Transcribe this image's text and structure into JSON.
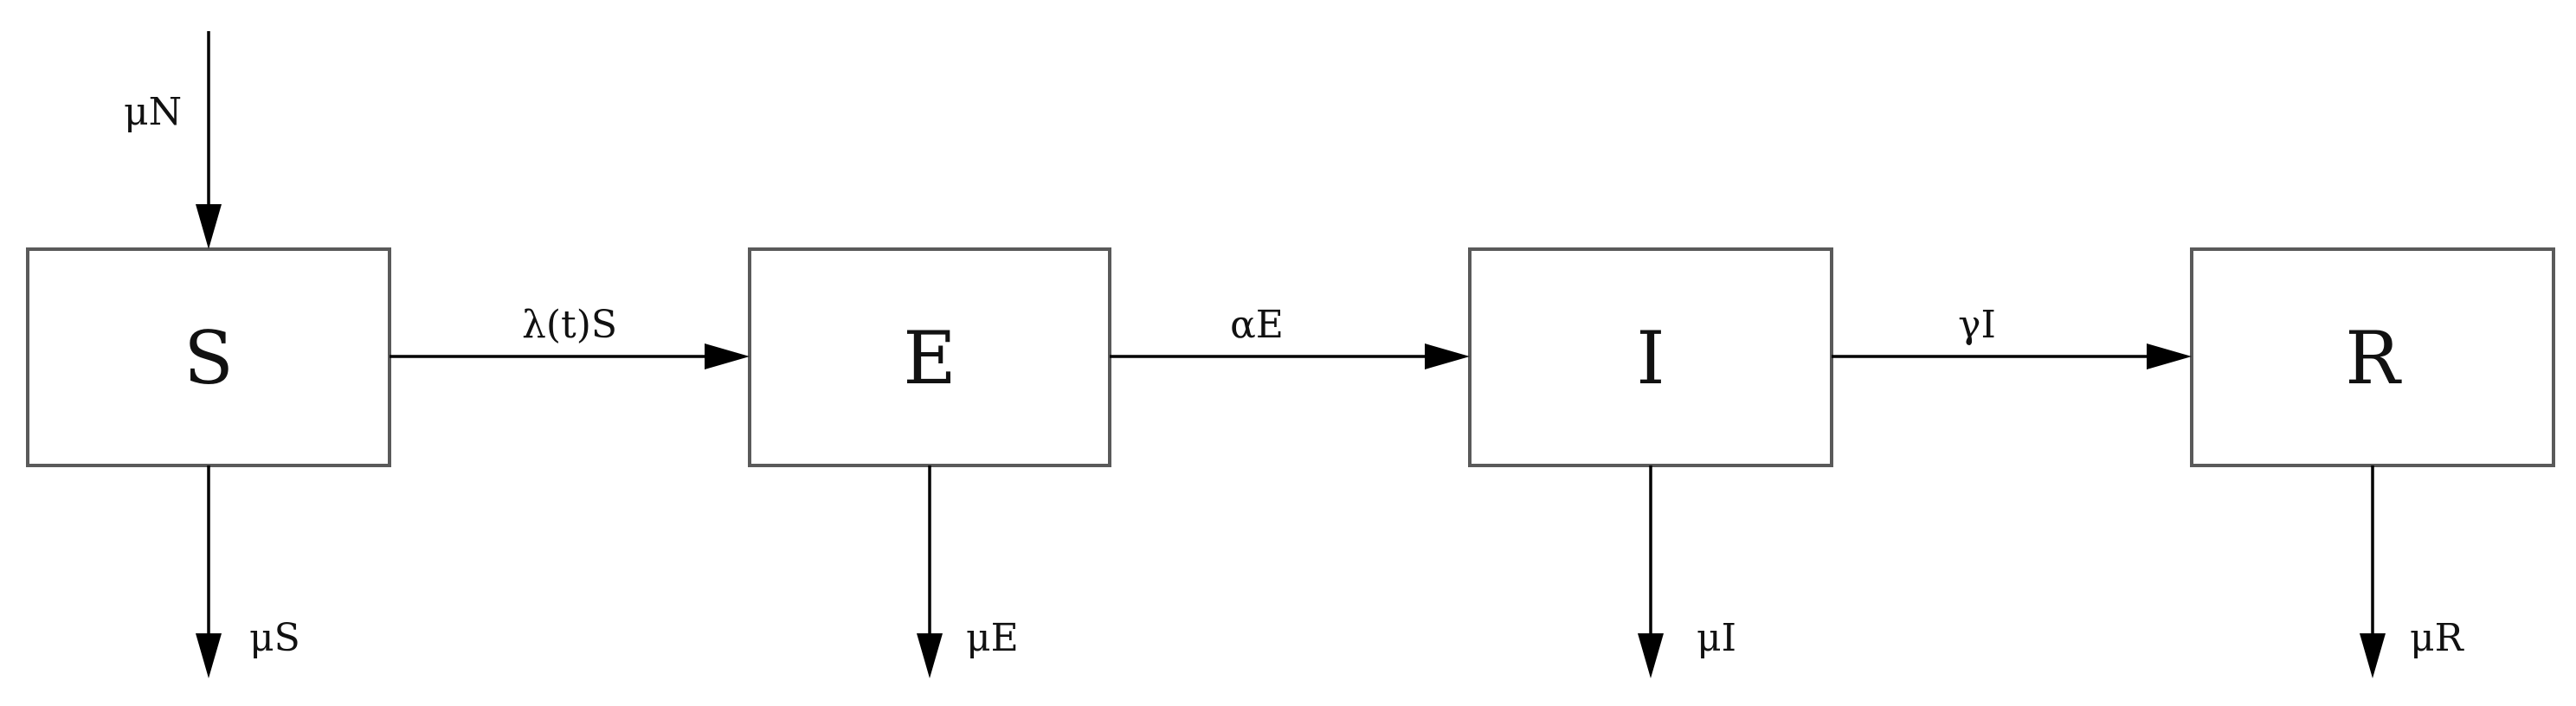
{
  "compartments": [
    {
      "id": "S",
      "label": "S"
    },
    {
      "id": "E",
      "label": "E"
    },
    {
      "id": "I",
      "label": "I"
    },
    {
      "id": "R",
      "label": "R"
    }
  ],
  "flows": {
    "birth": "μN",
    "s_to_e": "λ(t)S",
    "e_to_i": "αE",
    "i_to_r": "γI",
    "death_s": "μS",
    "death_e": "μE",
    "death_i": "μI",
    "death_r": "μR"
  }
}
